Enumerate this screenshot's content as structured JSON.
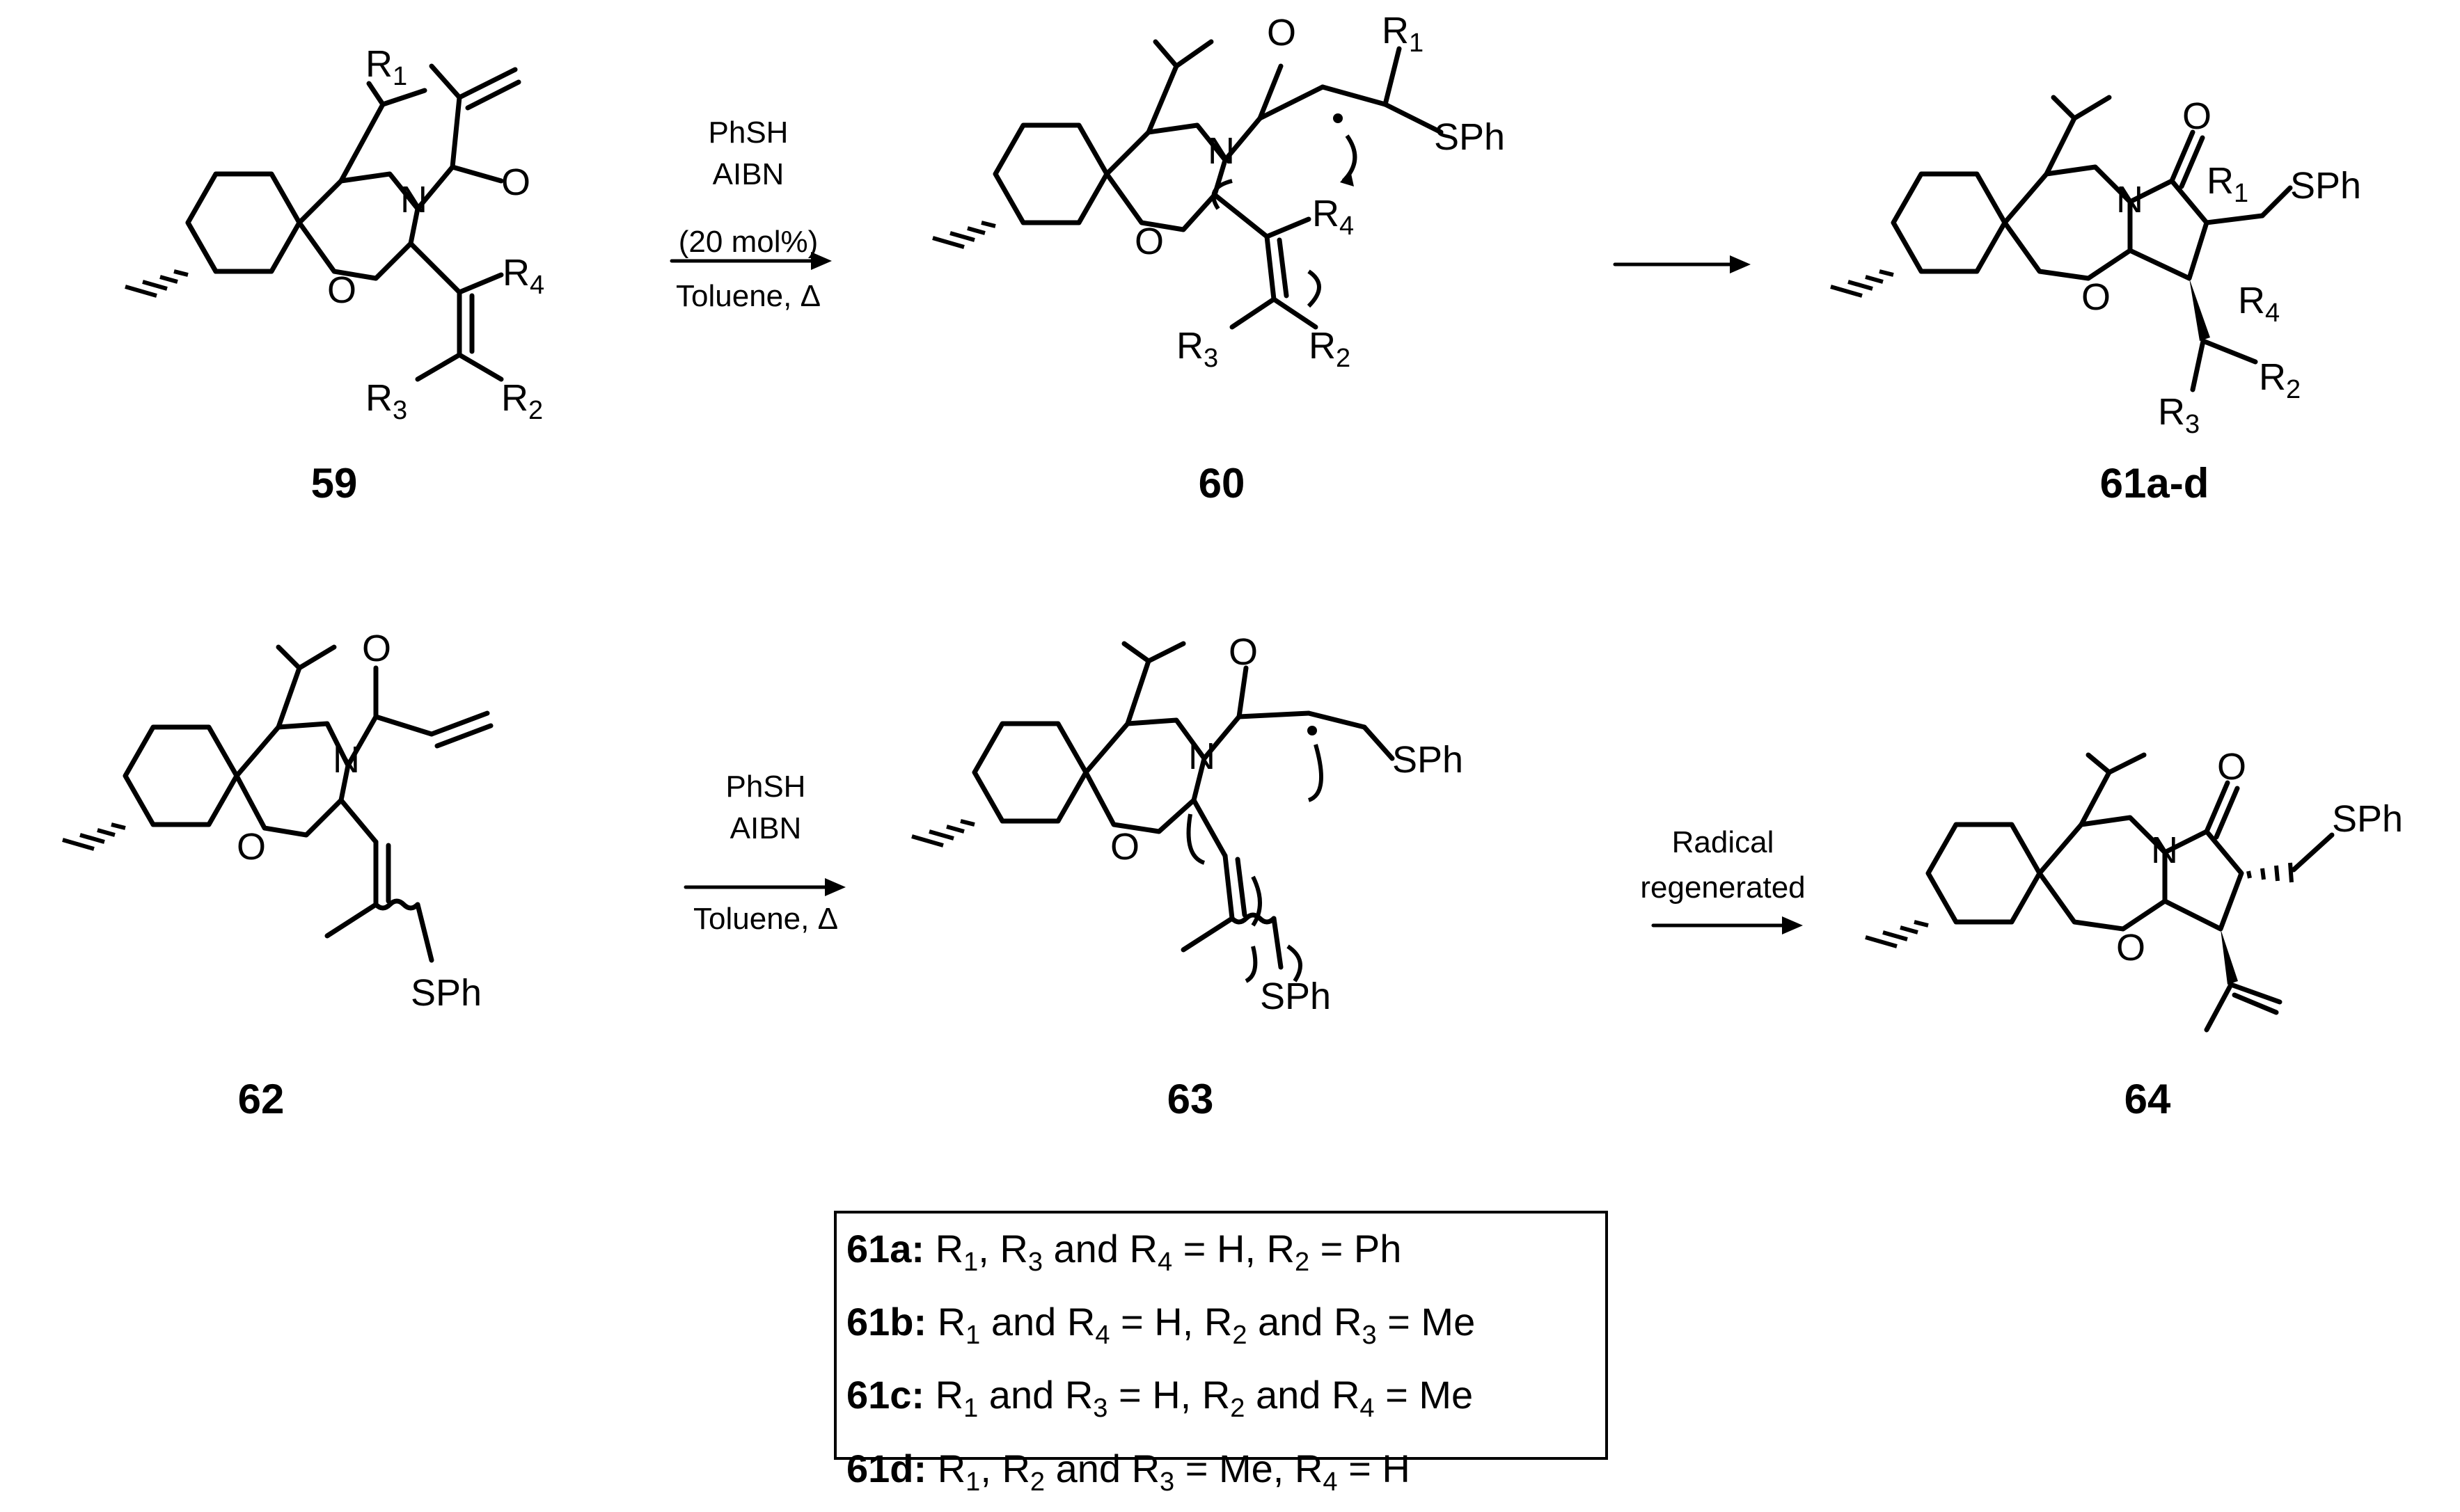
{
  "compounds": {
    "c59": "59",
    "c60": "60",
    "c61": "61a-d",
    "c62": "62",
    "c63": "63",
    "c64": "64"
  },
  "reaction1": {
    "line1": "PhSH",
    "line2": "AIBN",
    "line3": "(20 mol%)",
    "line4": "Toluene, Δ"
  },
  "reaction2": {
    "line1": "PhSH",
    "line2": "AIBN",
    "line3": "Toluene, Δ"
  },
  "reaction3": {
    "line1": "Radical",
    "line2": "regenerated"
  },
  "legend": {
    "rows": [
      {
        "id": "61a:",
        "text": "R1, R3 and R4 = H, R2 = Ph"
      },
      {
        "id": "61b:",
        "text": "R1 and  R4 = H, R2 and R3 = Me"
      },
      {
        "id": "61c:",
        "text": "R1 and  R3 = H, R2 and R4 = Me"
      },
      {
        "id": "61d:",
        "text": "R1, R2 and R3 = Me, R4 = H"
      }
    ]
  }
}
